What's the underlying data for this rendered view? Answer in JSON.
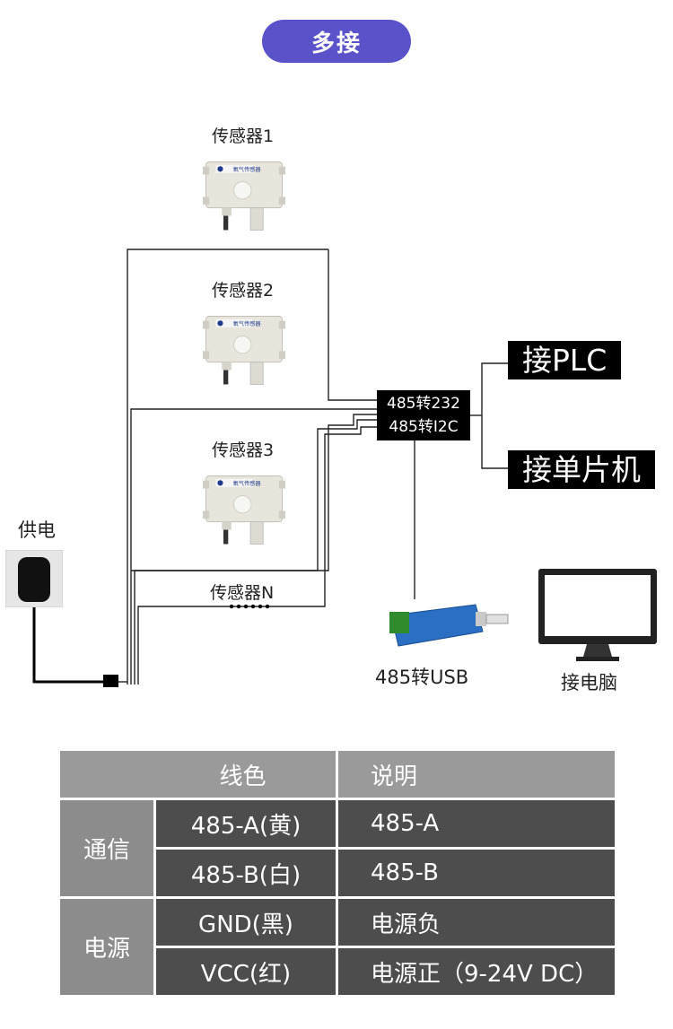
{
  "title": "多接",
  "sensors": [
    {
      "label": "传感器1",
      "badge": "氧气传感器"
    },
    {
      "label": "传感器2",
      "badge": "氧气传感器"
    },
    {
      "label": "传感器3",
      "badge": "氧气传感器"
    },
    {
      "label": "传感器N"
    }
  ],
  "power_label": "供电",
  "converter": {
    "line1": "485转232",
    "line2": "485转I2C"
  },
  "outputs": {
    "plc": "接PLC",
    "mcu": "接单片机"
  },
  "usb_label": "485转USB",
  "pc_label": "接电脑",
  "table": {
    "headers": [
      "线色",
      "说明"
    ],
    "groups": [
      {
        "name": "通信",
        "rows": [
          [
            "485-A(黄)",
            "485-A"
          ],
          [
            "485-B(白)",
            "485-B"
          ]
        ]
      },
      {
        "name": "电源",
        "rows": [
          [
            "GND(黑)",
            "电源负"
          ],
          [
            "VCC(红)",
            "电源正（9-24V DC）"
          ]
        ]
      }
    ]
  }
}
